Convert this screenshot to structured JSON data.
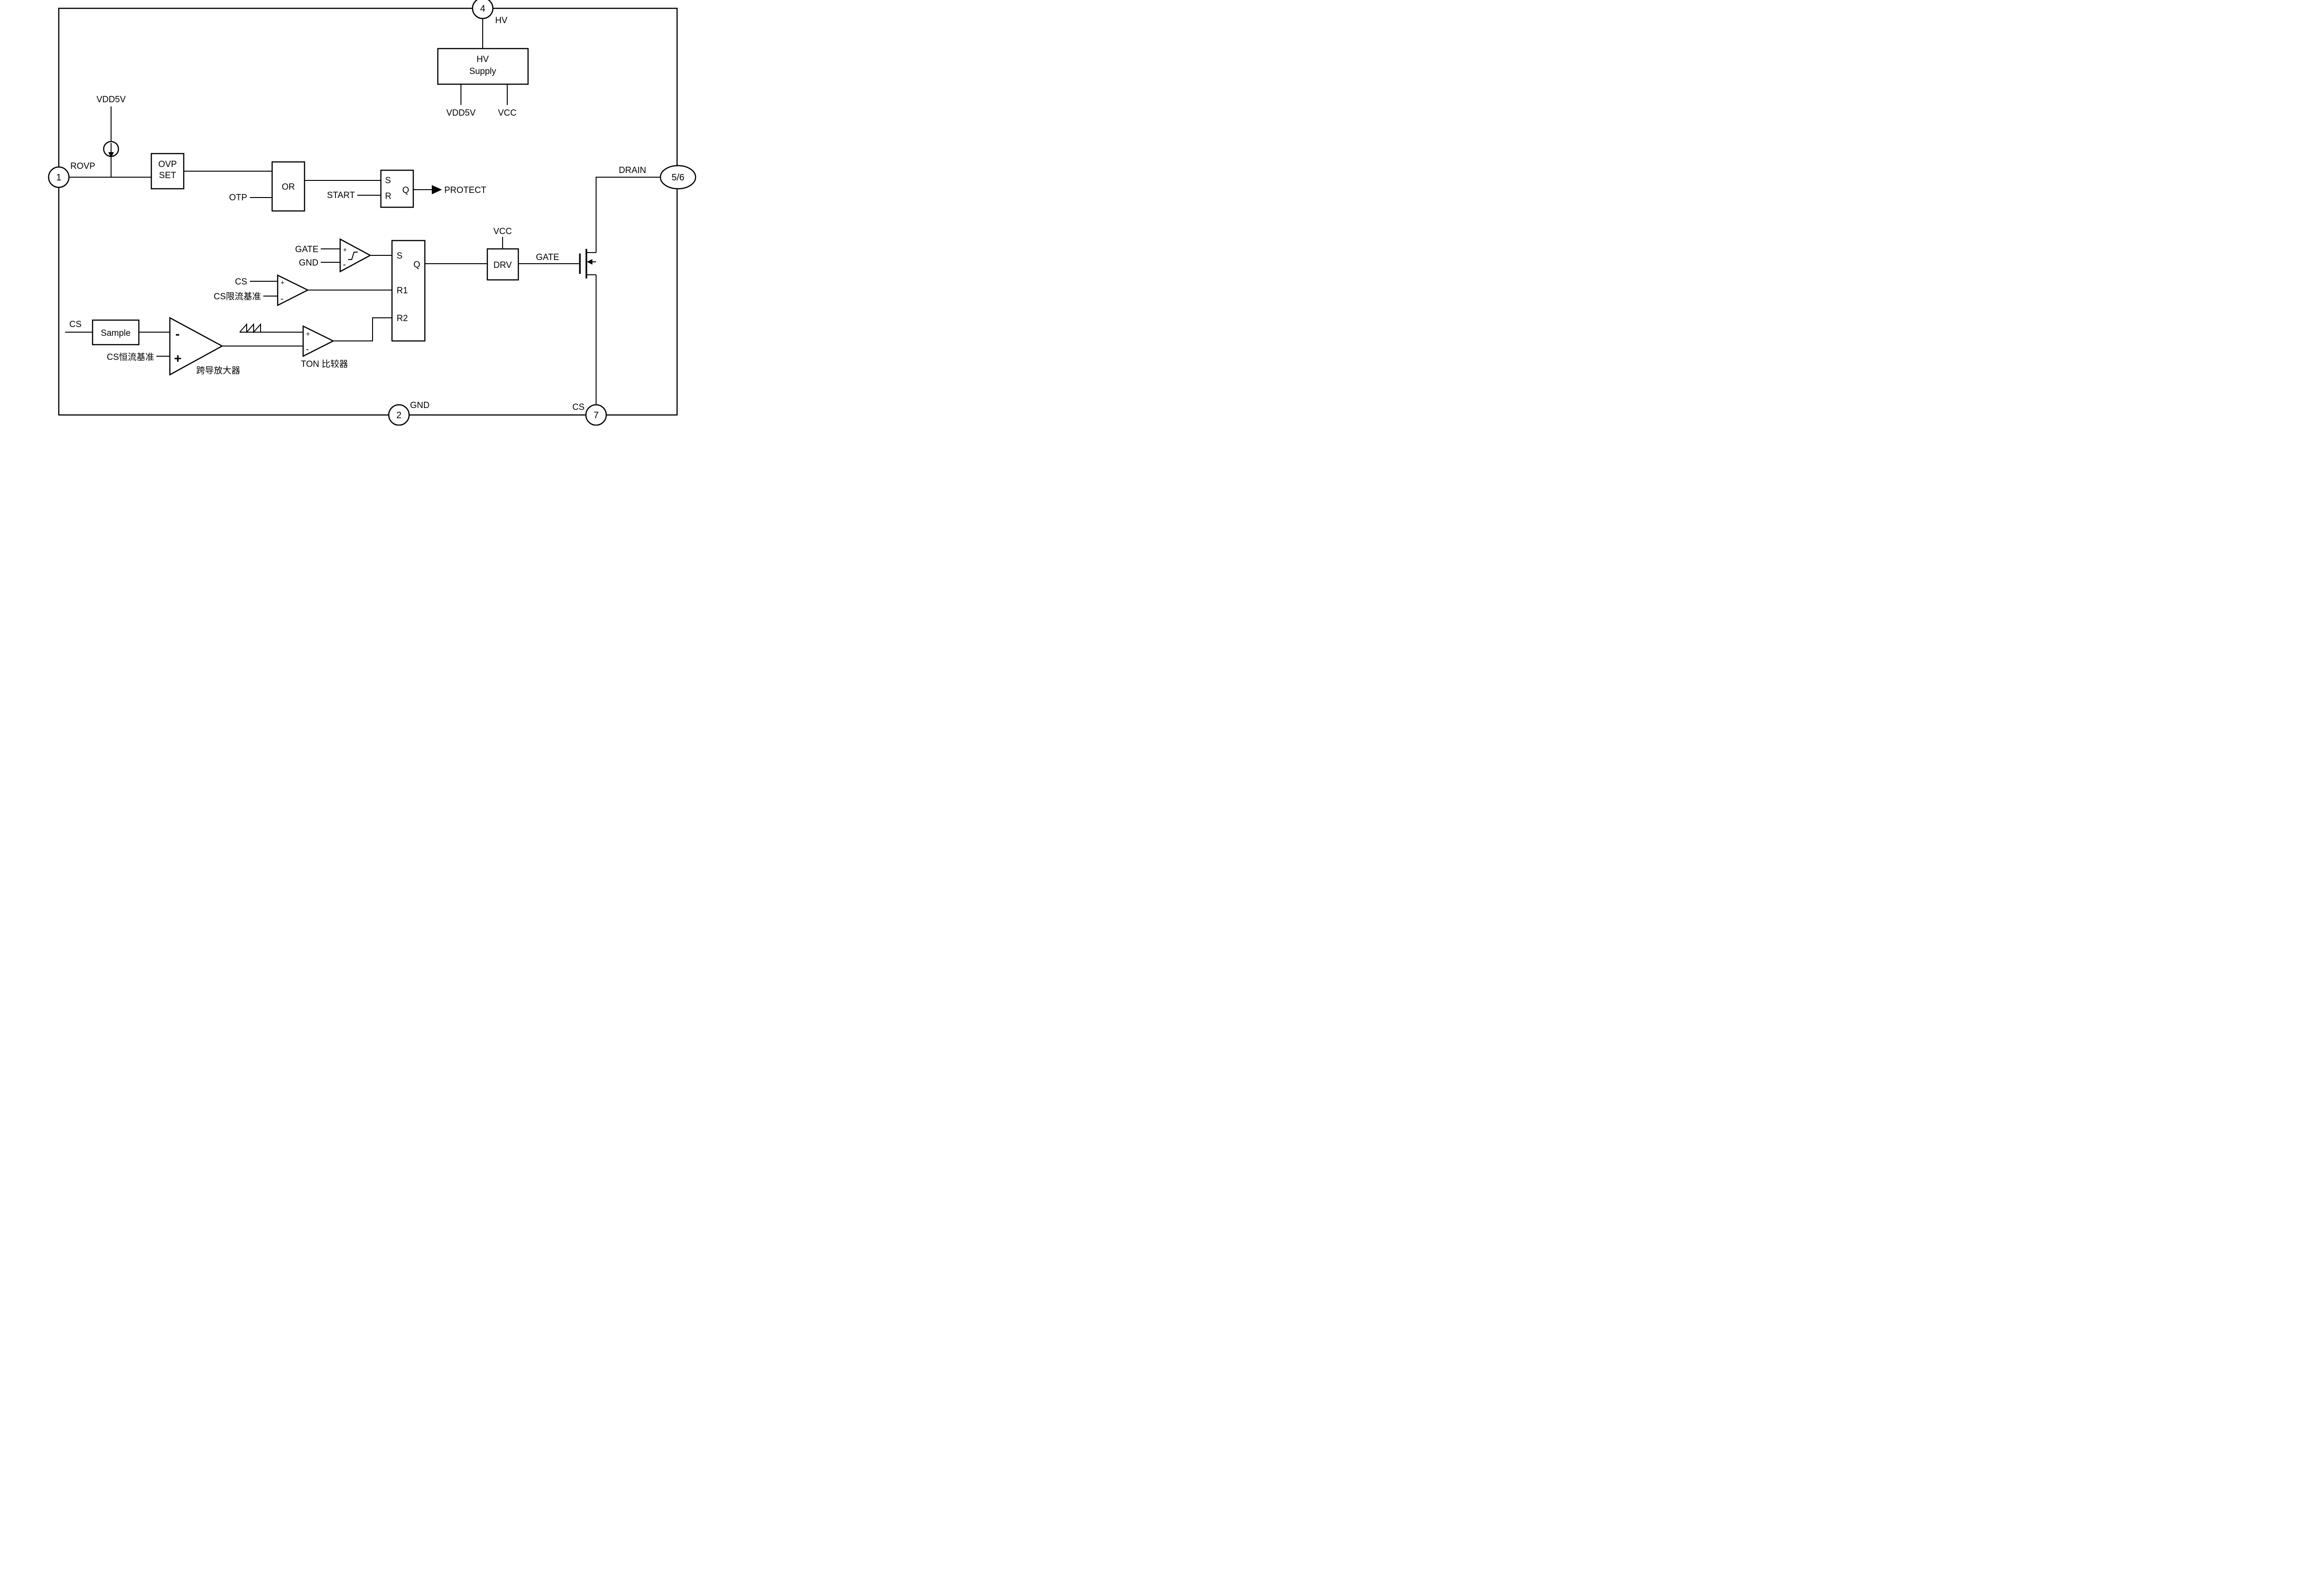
{
  "pins": {
    "p4": {
      "num": "4",
      "label": "HV"
    },
    "p1": {
      "num": "1",
      "label": "ROVP"
    },
    "p56": {
      "num": "5/6",
      "label": "DRAIN"
    },
    "p2": {
      "num": "2",
      "label": "GND"
    },
    "p7": {
      "num": "7",
      "label": "CS"
    }
  },
  "hv_supply": {
    "title_line1": "HV",
    "title_line2": "Supply",
    "out_left": "VDD5V",
    "out_right": "VCC"
  },
  "bias": {
    "vdd5v": "VDD5V"
  },
  "protect": {
    "ovp_line1": "OVP",
    "ovp_line2": "SET",
    "or": "OR",
    "otp": "OTP",
    "start": "START",
    "latch": {
      "s": "S",
      "r": "R",
      "q": "Q"
    },
    "out": "PROTECT"
  },
  "pwm": {
    "latch": {
      "s": "S",
      "q": "Q",
      "r1": "R1",
      "r2": "R2"
    },
    "gate_comp": {
      "plus_label": "GATE",
      "minus_label": "GND",
      "plus": "+",
      "minus": "-"
    },
    "cs_comp": {
      "plus_label": "CS",
      "minus_label": "CS限流基准",
      "plus": "+",
      "minus": "-"
    },
    "gm": {
      "cs": "CS",
      "sample": "Sample",
      "plus_label": "CS恒流基准",
      "minus": "-",
      "plus": "+",
      "caption": "跨导放大器"
    },
    "ton": {
      "plus": "+",
      "minus": "-",
      "caption": "TON 比较器"
    },
    "drv": {
      "label": "DRV",
      "vcc": "VCC",
      "gate": "GATE"
    }
  }
}
